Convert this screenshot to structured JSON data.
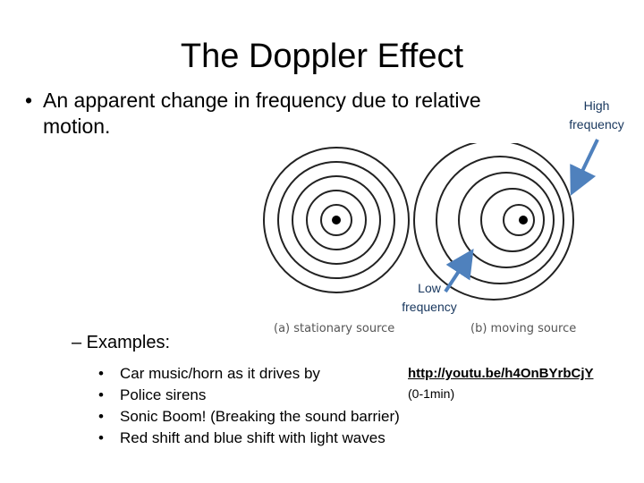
{
  "slide": {
    "title": "The Doppler Effect",
    "bullet": "An apparent change in frequency due to relative motion.",
    "high_label": "High frequency",
    "low_label": "Low frequency",
    "diagram": {
      "caption_a": "(a)  stationary source",
      "caption_b": "(b)  moving source"
    },
    "examples_heading": "– Examples:",
    "examples": [
      "Car music/horn as it drives by",
      "Police sirens",
      "Sonic Boom! (Breaking the sound barrier)",
      "Red shift and blue shift with light waves"
    ],
    "link": "http://youtu.be/h4OnBYrbCjY",
    "link_note": "(0-1min)",
    "arrow_color": "#4F81BD"
  }
}
